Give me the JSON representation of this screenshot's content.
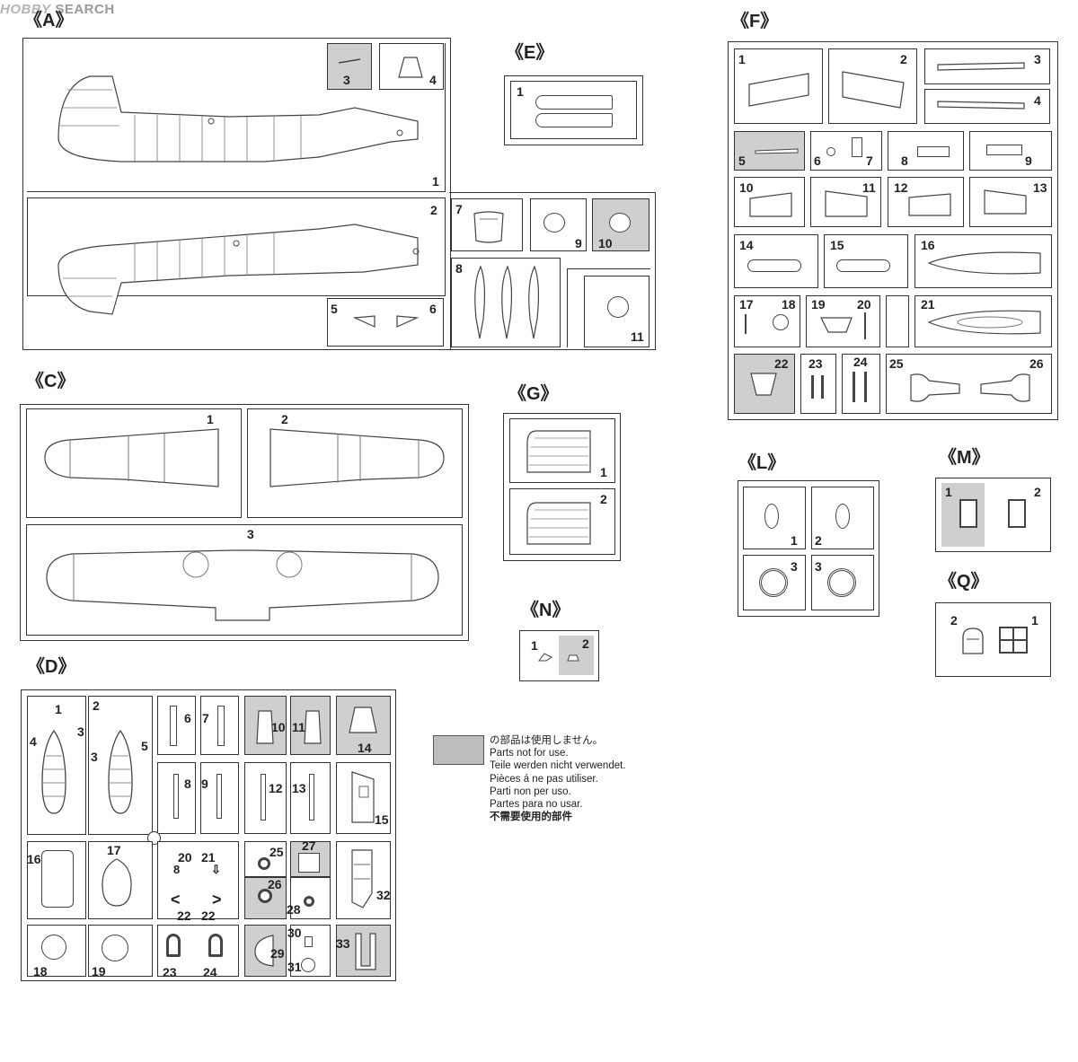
{
  "watermark": {
    "brand": "HOBBY",
    "word": "SEARCH"
  },
  "sections": {
    "A": {
      "label": "《A》",
      "parts": [
        "1",
        "2",
        "3",
        "4",
        "5",
        "6",
        "7",
        "8",
        "9",
        "10",
        "11"
      ]
    },
    "E": {
      "label": "《E》",
      "parts": [
        "1"
      ]
    },
    "F": {
      "label": "《F》",
      "parts": [
        "1",
        "2",
        "3",
        "4",
        "5",
        "6",
        "7",
        "8",
        "9",
        "10",
        "11",
        "12",
        "13",
        "14",
        "15",
        "16",
        "17",
        "18",
        "19",
        "20",
        "21",
        "22",
        "23",
        "24",
        "25",
        "26"
      ]
    },
    "C": {
      "label": "《C》",
      "parts": [
        "1",
        "2",
        "3"
      ]
    },
    "G": {
      "label": "《G》",
      "parts": [
        "1",
        "2"
      ]
    },
    "L": {
      "label": "《L》",
      "parts": [
        "1",
        "2",
        "3",
        "3"
      ]
    },
    "M": {
      "label": "《M》",
      "parts": [
        "1",
        "2"
      ]
    },
    "Q": {
      "label": "《Q》",
      "parts": [
        "2",
        "1"
      ]
    },
    "N": {
      "label": "《N》",
      "parts": [
        "1",
        "2"
      ]
    },
    "D": {
      "label": "《D》",
      "parts": [
        "1",
        "2",
        "3",
        "3",
        "4",
        "5",
        "6",
        "7",
        "8",
        "9",
        "10",
        "11",
        "12",
        "13",
        "14",
        "15",
        "16",
        "17",
        "18",
        "19",
        "20",
        "21",
        "22",
        "22",
        "23",
        "24",
        "25",
        "26",
        "27",
        "28",
        "29",
        "30",
        "31",
        "32",
        "33"
      ]
    }
  },
  "legend": {
    "fill_color": "#bdbdbd",
    "lines": [
      "の部品は使用しません。",
      "Parts not for use.",
      "Teile werden nicht verwendet.",
      "Pièces á ne pas utiliser.",
      "Parti non per uso.",
      "Partes para no usar.",
      "不需要使用的部件"
    ]
  }
}
